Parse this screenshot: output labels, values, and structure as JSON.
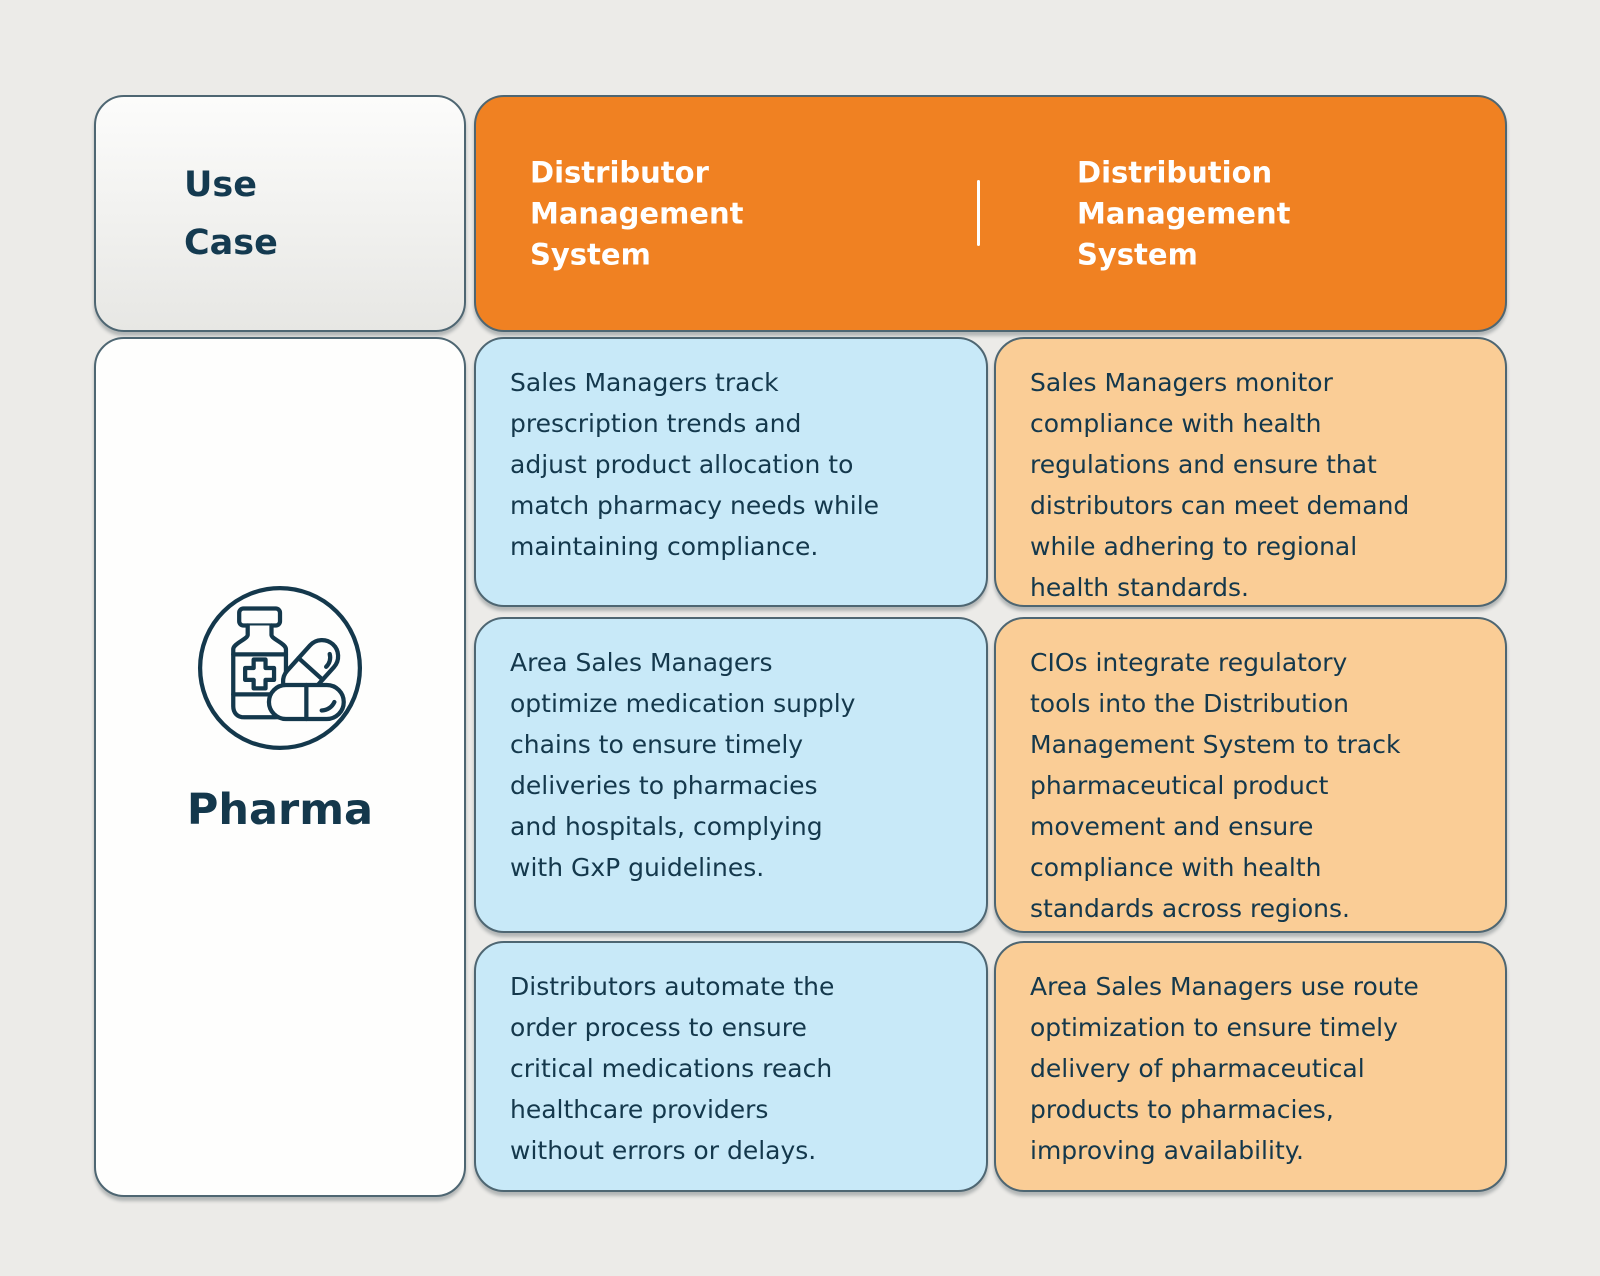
{
  "table": {
    "corner_label": "Use\nCase",
    "header": {
      "distributor": "Distributor\nManagement\nSystem",
      "distribution": "Distribution\nManagement\nSystem"
    },
    "industry": {
      "label": "Pharma",
      "icon": "pharma-medicine-bottle-pills-icon"
    },
    "distributor_cells": [
      "Sales Managers track\nprescription trends and\nadjust product allocation to\nmatch pharmacy needs while\nmaintaining compliance.",
      "Area Sales Managers\noptimize medication supply\nchains to ensure timely\ndeliveries to pharmacies\nand hospitals, complying\nwith GxP guidelines.",
      "Distributors automate the\norder process to ensure\ncritical medications reach\nhealthcare providers\nwithout errors or delays."
    ],
    "distribution_cells": [
      "Sales Managers monitor\ncompliance with health\nregulations and ensure that\ndistributors can meet demand\nwhile adhering to regional\nhealth standards.",
      "CIOs integrate regulatory\ntools into the Distribution\nManagement System  to track\npharmaceutical product\nmovement and ensure\ncompliance with health\nstandards across regions.",
      "Area Sales Managers use route\noptimization to ensure timely\ndelivery of pharmaceutical\nproducts to pharmacies,\nimproving availability."
    ]
  },
  "colors": {
    "background": "#ECEBE8",
    "header_orange": "#F08122",
    "cell_blue": "#C8E9F8",
    "cell_peach": "#FACD96",
    "text_dark_teal": "#14384C",
    "card_border": "#4E6672",
    "white": "#FFFFFF"
  }
}
